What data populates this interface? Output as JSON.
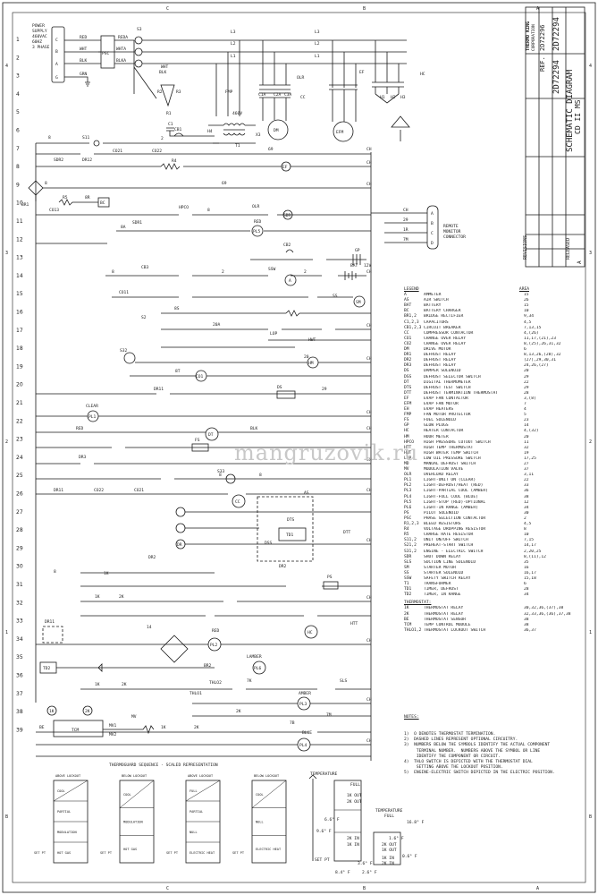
{
  "title_block": {
    "company": "THERMO KING",
    "company2": "CORPORATION",
    "ref_label": "REF.",
    "ref_number": "2D72296",
    "drawing_number": "2D72294",
    "title_line1": "SCHEMATIC DIAGRAM",
    "title_line2": "CD II MS",
    "revisions_label": "REVISIONS",
    "released_label": "RELEASED",
    "rev_letter": "A"
  },
  "power": {
    "lines": [
      "POWER",
      "SUPPLY",
      "460VAC",
      "60HZ",
      "3 PHASE"
    ],
    "phases": [
      "C",
      "B",
      "A",
      "G"
    ],
    "wires": [
      "RED",
      "WHT",
      "BLK",
      "GRN"
    ]
  },
  "remote_connector": {
    "label": [
      "REMOTE",
      "MONITOR",
      "CONNECTOR"
    ],
    "pins": [
      "A",
      "B",
      "C",
      "D"
    ],
    "wires": [
      "CH",
      "29",
      "1R",
      "7M"
    ]
  },
  "legend": {
    "header": {
      "code": "LEGEND",
      "area": "AREA"
    },
    "items": [
      [
        "A",
        "AMMETER",
        "15"
      ],
      [
        "AS",
        "AIR SWITCH",
        "26"
      ],
      [
        "BAT",
        "BATTERY",
        "15"
      ],
      [
        "BC",
        "BATTERY CHARGER",
        "10"
      ],
      [
        "BR1,2",
        "BRIDGE RECTIFIER",
        "9,34"
      ],
      [
        "C1,2,3",
        "CAPACITORS",
        "4,5"
      ],
      [
        "CB1,2,3",
        "CIRCUIT BREAKER",
        "7,13,15"
      ],
      [
        "CC",
        "COMPRESSOR CONTACTOR",
        "4,(26)"
      ],
      [
        "CO1",
        "CHANGE OVER RELAY",
        "11,17,(21),23"
      ],
      [
        "CO2",
        "CHANGE OVER RELAY",
        "8,(25),26,31,32"
      ],
      [
        "DM",
        "DRIVE MOTOR",
        "6"
      ],
      [
        "DR1",
        "DEFROST RELAY",
        "8,13,26,(28),32"
      ],
      [
        "DR2",
        "DEFROST RELAY",
        "(27),29,30,31"
      ],
      [
        "DR3",
        "DEFROST RELAY",
        "24,26,(27)"
      ],
      [
        "DS",
        "DAMPER SOLENOID",
        "20"
      ],
      [
        "DSS",
        "DEFROST SELECTOR SWITCH",
        "29"
      ],
      [
        "DT",
        "DIGITAL THERMOMETER",
        "22"
      ],
      [
        "DTS",
        "DEFROST TEST SWITCH",
        "29"
      ],
      [
        "DTT",
        "DEFROST TERMINATION THERMOSTAT",
        "28"
      ],
      [
        "EF",
        "EVAP FAN CONTACTOR",
        "3,(8)"
      ],
      [
        "EFM",
        "EVAP FAN MOTOR",
        "7"
      ],
      [
        "EH",
        "EVAP HEATERS",
        "4"
      ],
      [
        "FMP",
        "FAN MOTOR PROTECTOR",
        "5"
      ],
      [
        "FS",
        "FUEL SOLENOID",
        "23"
      ],
      [
        "GP",
        "GLOW PLUGS",
        "14"
      ],
      [
        "HC",
        "HEATER CONTACTOR",
        "4,(32)"
      ],
      [
        "HM",
        "HOUR METER",
        "20"
      ],
      [
        "HPCO",
        "HIGH PRESSURE CUTOUT SWITCH",
        "11"
      ],
      [
        "HTT",
        "HIGH TEMP THERMOSTAT",
        "32"
      ],
      [
        "HWT",
        "HIGH WATER TEMP SWITCH",
        "19"
      ],
      [
        "LOP",
        "LOW OIL PRESSURE SWITCH",
        "17,25"
      ],
      [
        "MD",
        "MANUAL DEFROST SWITCH",
        "27"
      ],
      [
        "MV",
        "MODULATION VALVE",
        "37"
      ],
      [
        "OLR",
        "OVERLOAD RELAY",
        "3,11"
      ],
      [
        "PL1",
        "LIGHT-UNIT ON (CLEAR)",
        "22"
      ],
      [
        "PL2",
        "LIGHT-DEFROST/HEAT (RED)",
        "33"
      ],
      [
        "PL3",
        "LIGHT-PARTIAL COOL (AMBER)",
        "36"
      ],
      [
        "PL4",
        "LIGHT-FULL COOL (BLUE)",
        "38"
      ],
      [
        "PL5",
        "LIGHT-STOP (RED)-OPTIONAL",
        "12"
      ],
      [
        "PL6",
        "LIGHT-IN RANGE (AMBER)",
        "34"
      ],
      [
        "PS",
        "PILOT SOLENOID",
        "30"
      ],
      [
        "PSC",
        "PHASE SELECTION CONTACTOR",
        "2"
      ],
      [
        "R1,2,3",
        "BLEED RESISTORS",
        "4,5"
      ],
      [
        "R4",
        "VOLTAGE DROPPING RESISTOR",
        "8"
      ],
      [
        "R5",
        "CHARGE RATE RESISTOR",
        "10"
      ],
      [
        "S11,2",
        "UNIT ON/OFF SWITCH",
        "7,15"
      ],
      [
        "S21,2",
        "PREHEAT-START SWITCH",
        "14,17"
      ],
      [
        "S31,2",
        "ENGINE - ELECTRIC SWITCH",
        "2,20,25"
      ],
      [
        "SDR",
        "SHUT DOWN RELAY",
        "8,(11),12"
      ],
      [
        "SLS",
        "SUCTION LINE SOLENOID",
        "35"
      ],
      [
        "SM",
        "STARTER MOTOR",
        "16"
      ],
      [
        "SS",
        "STARTER SOLENOID",
        "16,17"
      ],
      [
        "SSW",
        "SAFETY SWITCH RELAY",
        "15,18"
      ],
      [
        "T1",
        "TRANSFORMER",
        "6"
      ],
      [
        "TD1",
        "TIMER, DEFROST",
        "28"
      ],
      [
        "TD2",
        "TIMER, IN RANGE",
        "34"
      ]
    ],
    "thermostat_header": "THERMOSTAT:",
    "thermostat_items": [
      [
        "1K",
        "THERMOSTAT RELAY",
        "30,32,36,(37),38"
      ],
      [
        "2K",
        "THERMOSTAT RELAY",
        "32,33,36,(36),37,38"
      ],
      [
        "BE",
        "THERMOSTAT SENSOR",
        "38"
      ],
      [
        "TCM",
        "TEMP CONTROL MODULE",
        "38"
      ],
      [
        "THLO1,2",
        "THERMOSTAT LOCKOUT SWITCH",
        "36,37"
      ]
    ]
  },
  "notes": {
    "header": "NOTES:",
    "lines": [
      "1)  O DENOTES THERMOSTAT TERMINATION.",
      "2)  DASHED LINES REPRESENT OPTIONAL CIRCUITRY.",
      "3)  NUMBERS BELOW THE SYMBOLS IDENTIFY THE ACTUAL COMPONENT",
      "     TERMINAL NUMBER.  NUMBERS ABOVE THE SYMBOL OR LINE",
      "     IDENTIFY THE COMPONENT OR CIRCUIT.",
      "4)  THLO SWITCH IS DEPICTED WITH THE THERMOSTAT DIAL",
      "     SETTING ABOVE THE LOCKOUT POSITION.",
      "5)  ENGINE-ELECTRIC SWITCH DEPICTED IN THE ELECTRIC POSITION."
    ]
  },
  "thermoguard": {
    "title": "THERMOGUARD SEQUENCE - SCALED REPRESENTATION",
    "charts": [
      {
        "top": "ABOVE LOCKOUT",
        "bands": [
          "COOL",
          "PARTIAL",
          "MODULATION",
          "HOT GAS"
        ]
      },
      {
        "top": "BELOW LOCKOUT",
        "bands": [
          "COOL",
          "MODULATION",
          "HOT GAS"
        ]
      },
      {
        "top": "ABOVE LOCKOUT",
        "bands": [
          "FULL",
          "PARTIAL",
          "NULL",
          "ELECTRIC HEAT"
        ]
      },
      {
        "top": "BELOW LOCKOUT",
        "bands": [
          "COOL",
          "NULL",
          "ELECTRIC HEAT"
        ]
      }
    ],
    "set_pt": "SET PT",
    "temperature": "TEMPERATURE",
    "full": "FULL",
    "values": [
      "9.6° F",
      "6.6° F",
      "3.6° F",
      "1.6° F",
      "0.6° F",
      "2.6° F",
      "16.8° F",
      "8.4° F"
    ],
    "ko": [
      "1K OUT",
      "2K OUT",
      "2K IN",
      "1K IN",
      "2K OUT",
      "1K OUT",
      "1K IN",
      "2K IN"
    ]
  },
  "watermark": "mangruzovik.ru",
  "row_numbers": [
    "1",
    "2",
    "3",
    "4",
    "5",
    "6",
    "7",
    "8",
    "9",
    "10",
    "11",
    "12",
    "13",
    "14",
    "15",
    "16",
    "17",
    "18",
    "19",
    "20",
    "21",
    "22",
    "23",
    "24",
    "25",
    "26",
    "27",
    "28",
    "29",
    "30",
    "31",
    "32",
    "33",
    "34",
    "35",
    "36",
    "37",
    "38",
    "39"
  ],
  "components": {
    "psc": "PSC",
    "s3": "S3",
    "reda": "REDA",
    "whta": "WHTA",
    "blka": "BLKA",
    "r1": "R1",
    "r2": "R2",
    "r3": "R3",
    "c1": "C1",
    "cb1": "CB1",
    "t1": "T1",
    "dm": "DM",
    "efm": "EFM",
    "fmp": "FMP",
    "olr": "OLR",
    "cc": "CC",
    "ef": "EF",
    "hc": "HC",
    "eh": "EH",
    "v460": "460V",
    "s1": "S11",
    "sdr": "SDR2",
    "dr12": "DR12",
    "co21": "CO21",
    "co22": "CO22",
    "r4": "R4",
    "br1": "BR1",
    "r5": "R5",
    "bc": "BC",
    "co13": "CO13",
    "sdr1": "SDR1",
    "hpco": "HPCO",
    "pl5": "PL5",
    "red": "RED",
    "cb2": "CB2",
    "gp": "GP",
    "cb3": "CB3",
    "ssw": "SSW",
    "a": "A",
    "bat": "BAT",
    "bat12": "12V",
    "co11": "CO11",
    "ss": "SS",
    "sm": "SM",
    "lop": "LOP",
    "hwt": "HWT",
    "hm": "HM",
    "co1": "CO1",
    "s32": "S32",
    "s2": "S2",
    "dr11": "DR11",
    "ds": "DS",
    "pl1": "PL1",
    "clear": "CLEAR",
    "dt": "DT",
    "fs": "FS",
    "dr3": "DR3",
    "s33": "S33",
    "as": "AS",
    "dts": "DTS",
    "dss": "DSS",
    "dtt": "DTT",
    "td1": "TD1",
    "dr2": "DR2",
    "dr": "DR",
    "ps": "PS",
    "1k": "1K",
    "2k": "2K",
    "pl2": "PL2",
    "htt": "HTT",
    "br2": "BR2",
    "td2": "TD2",
    "pl6": "PL6",
    "lamber": "LAMBER",
    "thlo": "THLO2",
    "thlo1": "THLO1",
    "sls": "SLS",
    "amber": "AMBER",
    "pl3": "PL3",
    "pl4": "PL4",
    "blue": "BLUE",
    "tcm": "TCM",
    "mv": "MV",
    "be": "BE",
    "mv1": "MV1",
    "mv2": "MV2",
    "wire_ch": "CH",
    "wire_2": "2",
    "wire_8": "8",
    "wire_8a": "8A",
    "wire_8x": "8X",
    "wire_8f": "8F",
    "wire_8fa": "8FA",
    "wire_7": "7",
    "wire_69": "69",
    "wire_8r": "8R",
    "wire_8b": "8B",
    "wire_8e": "8E",
    "wire_20": "20",
    "wire_20a": "20A",
    "wire_29": "29",
    "wire_26": "26",
    "wire_27": "27",
    "wire_blk": "BLK",
    "wire_red": "RED",
    "wire_8s": "8S",
    "wire_8t": "8T",
    "wire_14": "14",
    "wire_3": "3",
    "wire_9": "9",
    "wire_1": "1",
    "wire_7b": "7B",
    "wire_7k": "7K",
    "wire_7m": "7M",
    "wire_22": "22",
    "wire_13": "13",
    "wire_28": "28",
    "wire_1r": "1R"
  },
  "colors": {
    "line": "#1a1a1a",
    "paper": "#ffffff",
    "watermark": "#c8c8c8"
  }
}
